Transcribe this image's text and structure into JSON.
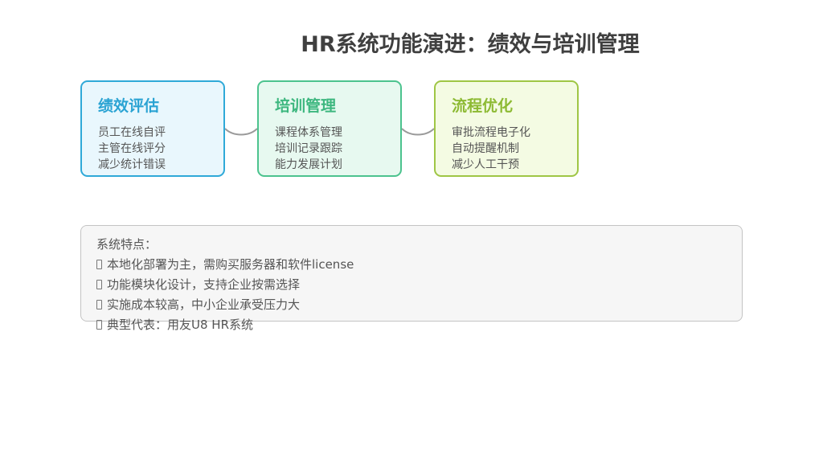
{
  "title": "HR系统功能演进：绩效与培训管理",
  "cards": [
    {
      "title": "绩效评估",
      "lines": [
        "员工在线自评",
        "主管在线评分",
        "减少统计错误"
      ]
    },
    {
      "title": "培训管理",
      "lines": [
        "课程体系管理",
        "培训记录跟踪",
        "能力发展计划"
      ]
    },
    {
      "title": "流程优化",
      "lines": [
        "审批流程电子化",
        "自动提醒机制",
        "减少人工干预"
      ]
    }
  ],
  "features": {
    "heading": "系统特点：",
    "items": [
      "本地化部署为主，需购买服务器和软件license",
      "功能模块化设计，支持企业按需选择",
      "实施成本较高，中小企业承受压力大",
      "典型代表：用友U8 HR系统"
    ]
  },
  "colors": {
    "card_1": "#2fa9d8",
    "card_2": "#4cc38e",
    "card_3": "#9fc645",
    "connector": "#9a9a9a"
  }
}
